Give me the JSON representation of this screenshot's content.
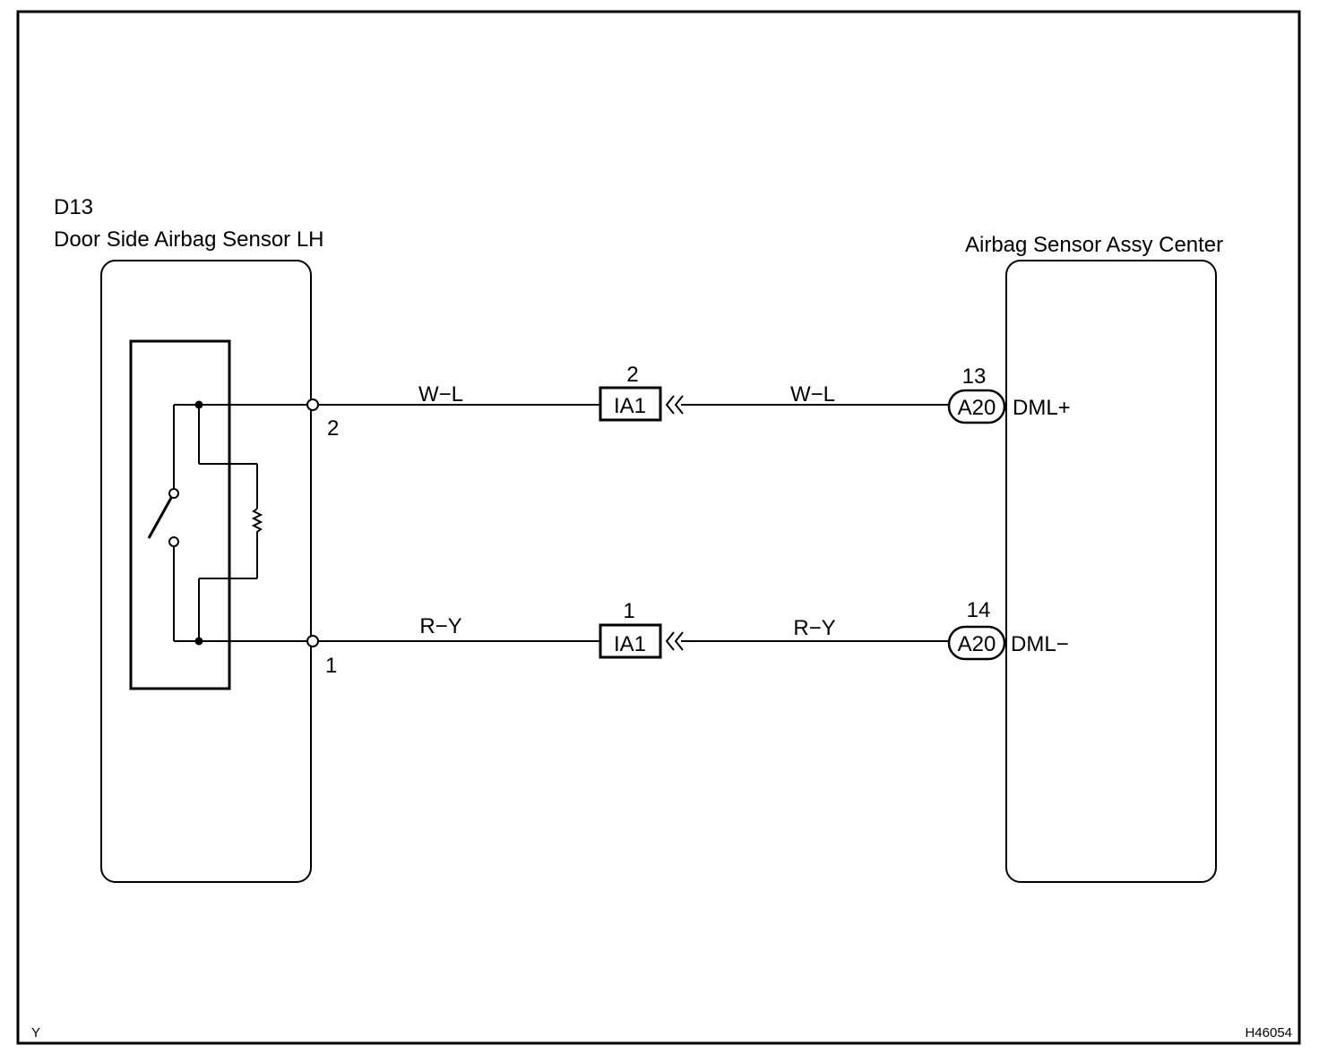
{
  "left_component": {
    "code": "D13",
    "name": "Door Side Airbag Sensor LH",
    "pins": [
      "2",
      "1"
    ]
  },
  "right_component": {
    "name": "Airbag Sensor Assy Center",
    "terminals": [
      {
        "pin": "13",
        "connector": "A20",
        "signal": "DML+"
      },
      {
        "pin": "14",
        "connector": "A20",
        "signal": "DML−"
      }
    ]
  },
  "wires": [
    {
      "left_color": "W−L",
      "right_color": "W−L",
      "junction": "IA1",
      "junction_pin": "2"
    },
    {
      "left_color": "R−Y",
      "right_color": "R−Y",
      "junction": "IA1",
      "junction_pin": "1"
    }
  ],
  "footer": {
    "left": "Y",
    "right": "H46054"
  }
}
